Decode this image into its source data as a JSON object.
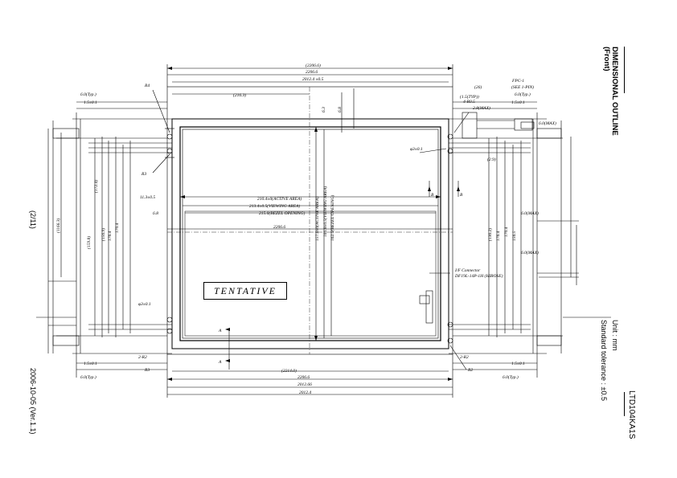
{
  "header": {
    "title_line1": "DIMENSIONAL OUTLINE",
    "title_line2": "(Front)",
    "page_number": "(2/11)",
    "date_version": "2006-10-05 (Ver.1.1)",
    "unit": "Unit : mm",
    "tolerance": "Standard tolerance : ±0.5",
    "model": "LTD104KA1S"
  },
  "drawing": {
    "stamp": "TENTATIVE",
    "horizontal_dims": {
      "overall_1": "(2206.6)",
      "overall_2": "2206.6",
      "overall_3": "2012.4 ±0.5",
      "top_ref": "(216.3)",
      "bottom_ref": "(2214.0)",
      "bottom_1": "2206.6",
      "bottom_2": "2012.66",
      "bottom_3": "2012.4",
      "active_area": "210.4±0(ACTIVE AREA)",
      "viewing_area": "213.4±0.5(VIEWING AREA)",
      "bezel_opening": "215.0(BEZEL OPENING)",
      "left_offset": "11.3±0.5",
      "pitch": "6.8",
      "center_width": "2206.6"
    },
    "vertical_dims": {
      "active_area": "157.8±0(ACTIVE AREA)",
      "viewing_area": "160.8±0.5(VIEWING AREA)",
      "bezel_opening": "162.0(BEZEL OPENING)",
      "ref_a": "(172.4)",
      "ref_b": "(159.8)",
      "ref_c": "(156.9)",
      "ref_d": "176.4",
      "ref_e": "170.4",
      "right_a": "(136.2)",
      "right_b": "176.4",
      "right_c": "170.4",
      "right_d": "156.5",
      "far_left": "(1166.3)",
      "top_small": "6.3",
      "center_small": "6.8"
    },
    "labels": {
      "r4": "R4",
      "r3": "R3",
      "r2": "R2",
      "max_1": "6.0(MAX)",
      "max_2": "6.0(MAX)",
      "max_3": "6.0(MAX)",
      "hole": "φ3±0.1",
      "hole_2": "φ3±0.1",
      "slot": "2-R2",
      "fpc_1": "FPC-1",
      "fpc_2": "(SEE 1-PIN)",
      "connector": "I/F Connector",
      "connector_part": "DF19L-14P-1H (HIROSE)",
      "marker_a": "A",
      "marker_b": "B",
      "tab_top": "6.0(Typ.)",
      "tab_bot": "6.0(Typ.)",
      "tab_top_r": "6.0(Typ.)",
      "tab_bot_r": "6.0(Typ.)",
      "pitch_tl": "1.5±0.1",
      "pitch_bl": "1.5±0.1",
      "pitch_tr": "1.5±0.1",
      "pitch_br": "1.5±0.1",
      "dims_r1": "(1.5(TYP))",
      "dims_r2": "4-R0.5",
      "dims_r3": "2.8(MAX)",
      "dims_r4": "(26)",
      "dims_r5": "(2.9)"
    }
  }
}
